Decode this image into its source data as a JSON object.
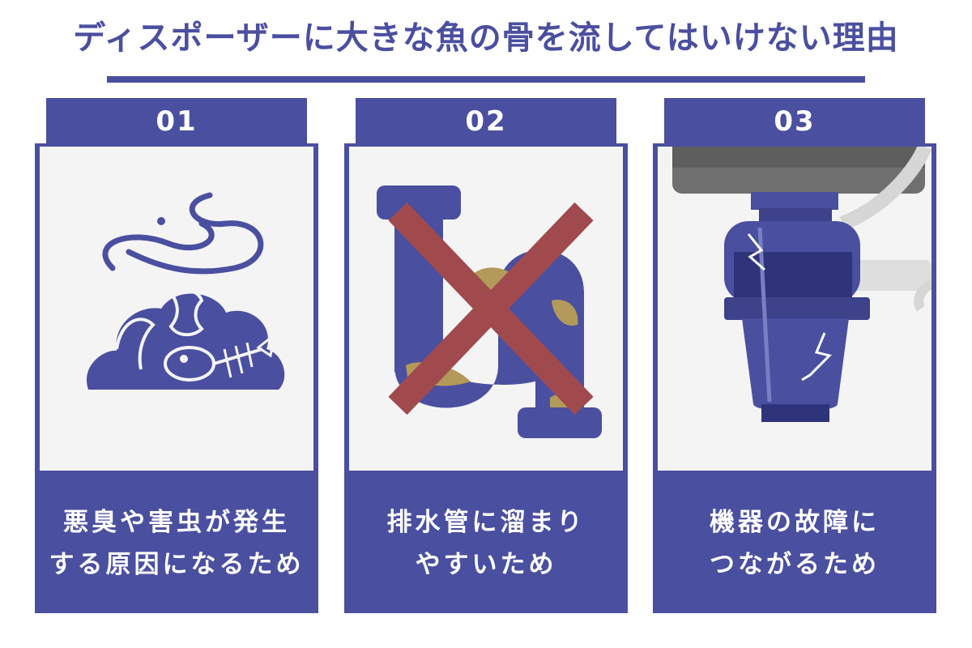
{
  "title": "ディスポーザーに大きな魚の骨を流してはいけない理由",
  "cards": [
    {
      "number": "01",
      "lines": [
        "悪臭や害虫が発生",
        "する原因になるため"
      ],
      "icon": "garbage-fish-bones-icon"
    },
    {
      "number": "02",
      "lines": [
        "排水管に溜まり",
        "やすいため"
      ],
      "icon": "clogged-pipe-crossed-icon"
    },
    {
      "number": "03",
      "lines": [
        "機器の故障に",
        "つながるため"
      ],
      "icon": "broken-disposer-icon"
    }
  ],
  "colors": {
    "primary": "#4a4fa0",
    "panel": "#f4f4f4",
    "cross": "#a04a4e",
    "sludge": "#b39a5a",
    "sink": "#6f6f6f"
  }
}
